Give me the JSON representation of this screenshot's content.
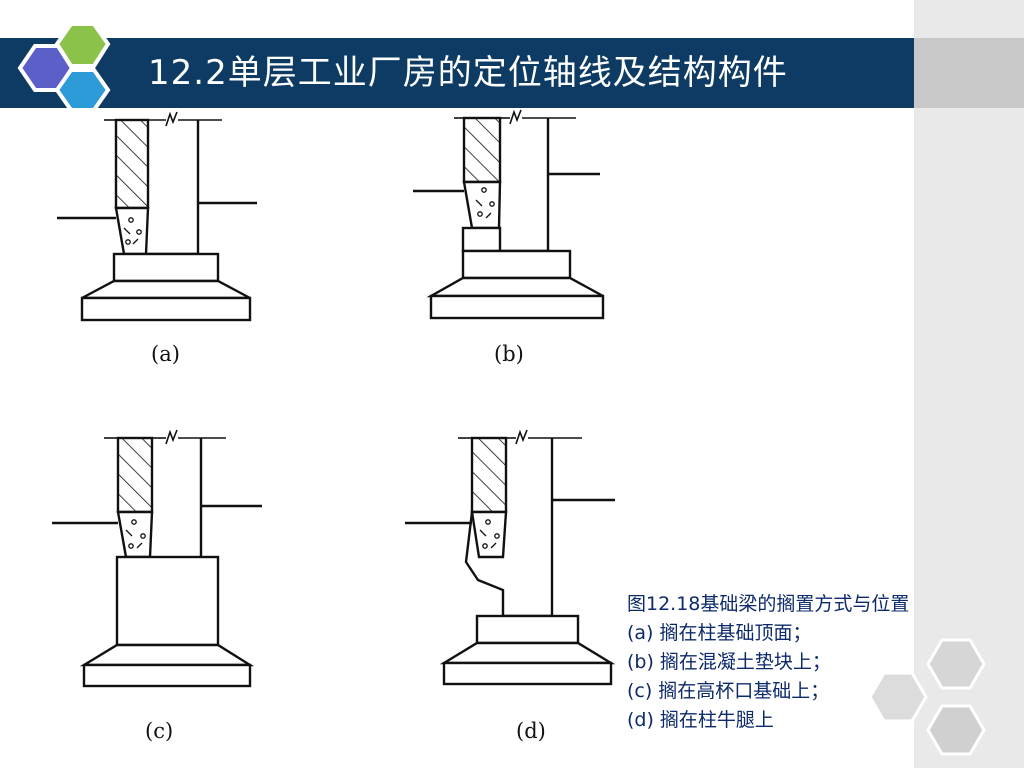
{
  "slide": {
    "title": "12.2单层工业厂房的定位轴线及结构构件"
  },
  "figure": {
    "captions": {
      "a": "(a)",
      "b": "(b)",
      "c": "(c)",
      "d": "(d)"
    },
    "description": {
      "heading": "图12.18基础梁的搁置方式与位置",
      "lines": [
        "(a) 搁在柱基础顶面；",
        "(b) 搁在混凝土垫块上；",
        "(c) 搁在高杯口基础上；",
        "(d) 搁在柱牛腿上"
      ]
    }
  },
  "colors": {
    "title_bar": "#0e3b63",
    "hex_purple": "#5b5fc7",
    "hex_green": "#8bc34a",
    "hex_blue": "#2d9bd8",
    "hex_outline": "#ffffff",
    "text_blue": "#0d2a6b",
    "deco_gray": "#d6d6d6"
  }
}
